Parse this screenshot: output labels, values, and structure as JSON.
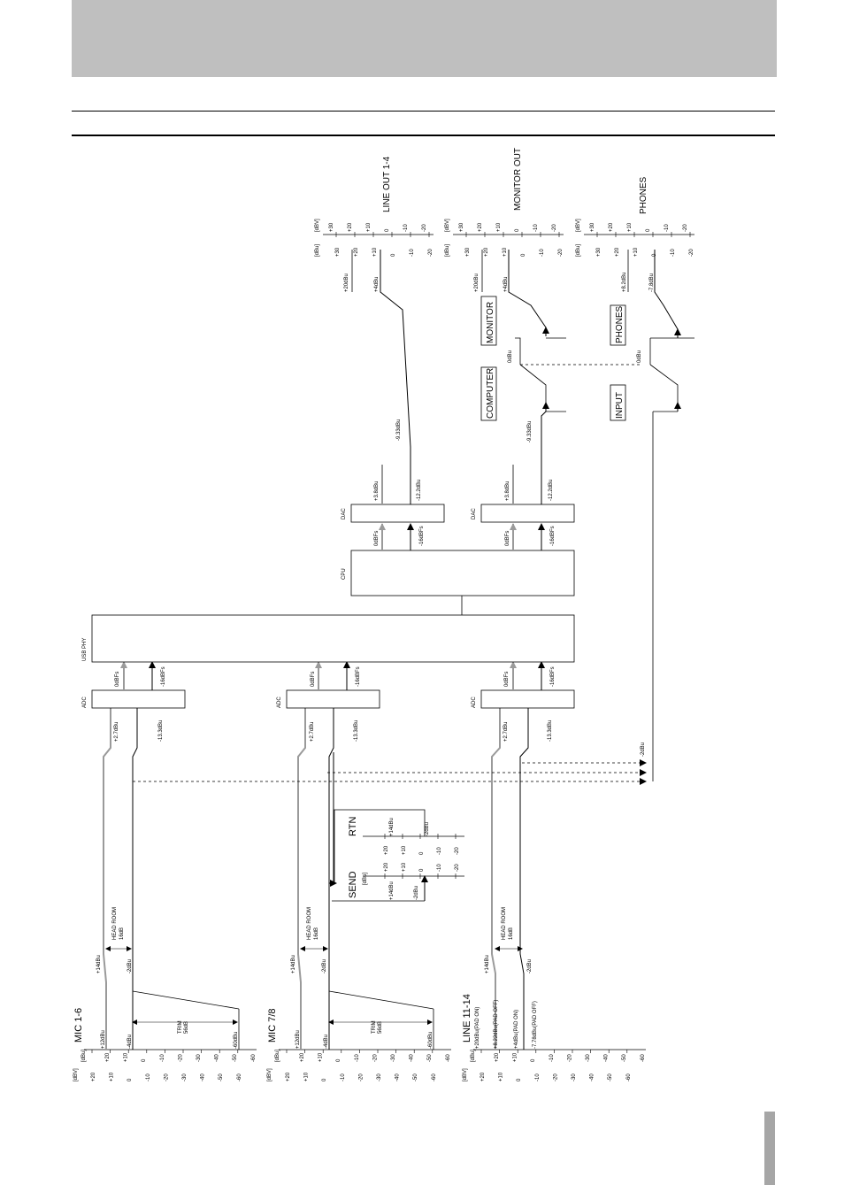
{
  "colors": {
    "band": "#bfbfbf",
    "gray_signal": "#9a9a9a",
    "line": "#000000",
    "page_tab": "#a6a6a6"
  },
  "inputs": [
    {
      "name": "MIC 1-6",
      "min": "+12dBu",
      "nom": "-4dBu",
      "max": "+14dBu",
      "max_nom": "-2dBu",
      "headroom": "HEAD ROOM",
      "headroom_val": "16dB",
      "trim": "TRIM",
      "trim_val": "56dB",
      "trim_low": "-60dBu",
      "adc": "ADC",
      "adc_in_hi": "+2.7dBu",
      "adc_in_lo": "-13.3dBu",
      "adc_out_hi": "0dBFs",
      "adc_out_lo": "-16dBFs"
    },
    {
      "name": "MIC 7/8",
      "min": "+12dBu",
      "nom": "-4dBu",
      "max": "+14dBu",
      "max_nom": "-2dBu",
      "headroom": "HEAD ROOM",
      "headroom_val": "16dB",
      "trim": "TRIM",
      "trim_val": "56dB",
      "trim_low": "-60dBu",
      "adc": "ADC",
      "adc_in_hi": "+2.7dBu",
      "adc_in_lo": "-13.3dBu",
      "adc_out_hi": "0dBFs",
      "adc_out_lo": "-16dBFs"
    },
    {
      "name": "LINE 11-14",
      "min": "+8.22dBu(PAD OFF)",
      "nom": "+4dBu(PAD ON)",
      "top": "+20dBu(PAD ON)",
      "bottom": "-7.78dBu(PAD OFF)",
      "max": "+14dBu",
      "max_nom": "-2dBu",
      "headroom": "HEAD ROOM",
      "headroom_val": "16dB",
      "adc": "ADC",
      "adc_in_hi": "+2.7dBu",
      "adc_in_lo": "-13.3dBu",
      "adc_out_hi": "0dBFs",
      "adc_out_lo": "-16dBFs"
    }
  ],
  "scale_in": {
    "dbv": "[dBV]",
    "dbu": "[dBu]",
    "dbv_ticks": [
      "+20",
      "+10",
      "0",
      "-10",
      "-20",
      "-30",
      "-40",
      "-50",
      "-60"
    ],
    "dbu_ticks": [
      "+20",
      "+10",
      "0",
      "-10",
      "-20",
      "-30",
      "-40",
      "-50",
      "-60"
    ]
  },
  "send_rtn": {
    "send": "SEND",
    "rtn": "RTN",
    "dbu": "[dBu]",
    "send_max": "+14dBu",
    "send_nom": "-2dBu",
    "rtn_max": "+14dBu",
    "rtn_nom": "-2dBu",
    "ticks": [
      "+20",
      "+10",
      "0",
      "-10",
      "-20"
    ]
  },
  "aux_level": "-2dBu",
  "usb_phy": "USB PHY",
  "cpu": "CPU",
  "dacs": [
    {
      "label": "DAC",
      "in_hi": "0dBFs",
      "in_lo": "-16dBFs",
      "out_hi": "+3.8dBu",
      "out_lo": "-12.2dBu"
    },
    {
      "label": "DAC",
      "in_hi": "0dBFs",
      "in_lo": "-16dBFs",
      "out_hi": "+3.8dBu",
      "out_lo": "-12.2dBu"
    }
  ],
  "outputs": [
    {
      "name": "LINE OUT 1-4",
      "max": "+20dBu",
      "nom": "+4dBu",
      "mid": "-9.33dBu"
    },
    {
      "name": "MONITOR OUT",
      "max": "+20dBu",
      "nom": "+4dBu",
      "mid": "-9.33dBu",
      "sel_a": "COMPUTER",
      "sel_b": "MONITOR",
      "zero": "0dBu"
    },
    {
      "name": "PHONES",
      "max": "+8.2dBu",
      "nom": "-7.8dBu",
      "sel_a": "INPUT",
      "sel_b": "PHONES",
      "zero": "0dBu"
    }
  ],
  "scale_out": {
    "dbu": "[dBu]",
    "dbv": "[dBV]",
    "dbu_ticks": [
      "+30",
      "+20",
      "+10",
      "0",
      "-10",
      "-20"
    ],
    "dbv_ticks": [
      "+30",
      "+20",
      "+10",
      "0",
      "-10",
      "-20"
    ]
  }
}
